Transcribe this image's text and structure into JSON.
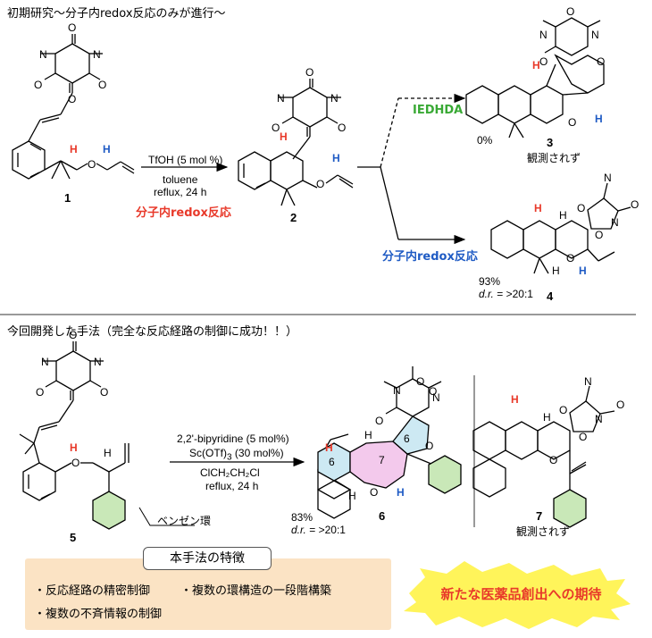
{
  "header_top": "初期研究〜分子内redox反応のみが進行〜",
  "header_bottom": "今回開発した手法（完全な反応経路の制御に成功！！）",
  "reaction1": {
    "cond_reagent": "TfOH (5 mol %)",
    "cond_solvent": "toluene",
    "cond_temp": "reflux, 24 h",
    "label_red": "分子内redox反応",
    "label_green": "IEDHDA",
    "label_blue": "分子内redox反応",
    "sm_num": "1",
    "int_num": "2",
    "p3_num": "3",
    "p3_yield": "0%",
    "p3_note": "観測されず",
    "p4_num": "4",
    "p4_yield": "93%",
    "p4_dr_label": "d.r.",
    "p4_dr_value": "= >20:1"
  },
  "reaction2": {
    "cond_line1": "2,2'-bipyridine (5 mol%)",
    "cond_line2_a": "Sc(OTf)",
    "cond_line2_sub": "3",
    "cond_line2_b": " (30 mol%)",
    "cond_line3": "ClCH₂CH₂Cl",
    "cond_line4": "reflux, 24 h",
    "sm_num": "5",
    "benzene_label": "ベンゼン環",
    "p6_num": "6",
    "p6_yield": "83%",
    "p6_dr_label": "d.r.",
    "p6_dr_value": "= >20:1",
    "ring6_a": "6",
    "ring7": "7",
    "ring6_b": "6",
    "p7_num": "7",
    "p7_note": "観測されず"
  },
  "features": {
    "title": "本手法の特徴",
    "items": [
      "・反応経路の精密制御",
      "・複数の環構造の一段階構築",
      "・複数の不斉情報の制御"
    ]
  },
  "callout": "新たな医薬品創出への期待",
  "atoms": {
    "O": "O",
    "N": "N",
    "H": "H"
  },
  "colors": {
    "red": "#e8392a",
    "blue": "#1f5bc4",
    "green": "#39a935",
    "benzene_fill": "#c9e8b8",
    "ring6_fill": "#cde9f3",
    "ring7_fill": "#f3c9ec",
    "box_fill": "#fbe3c4",
    "burst_fill": "#fff45a"
  }
}
